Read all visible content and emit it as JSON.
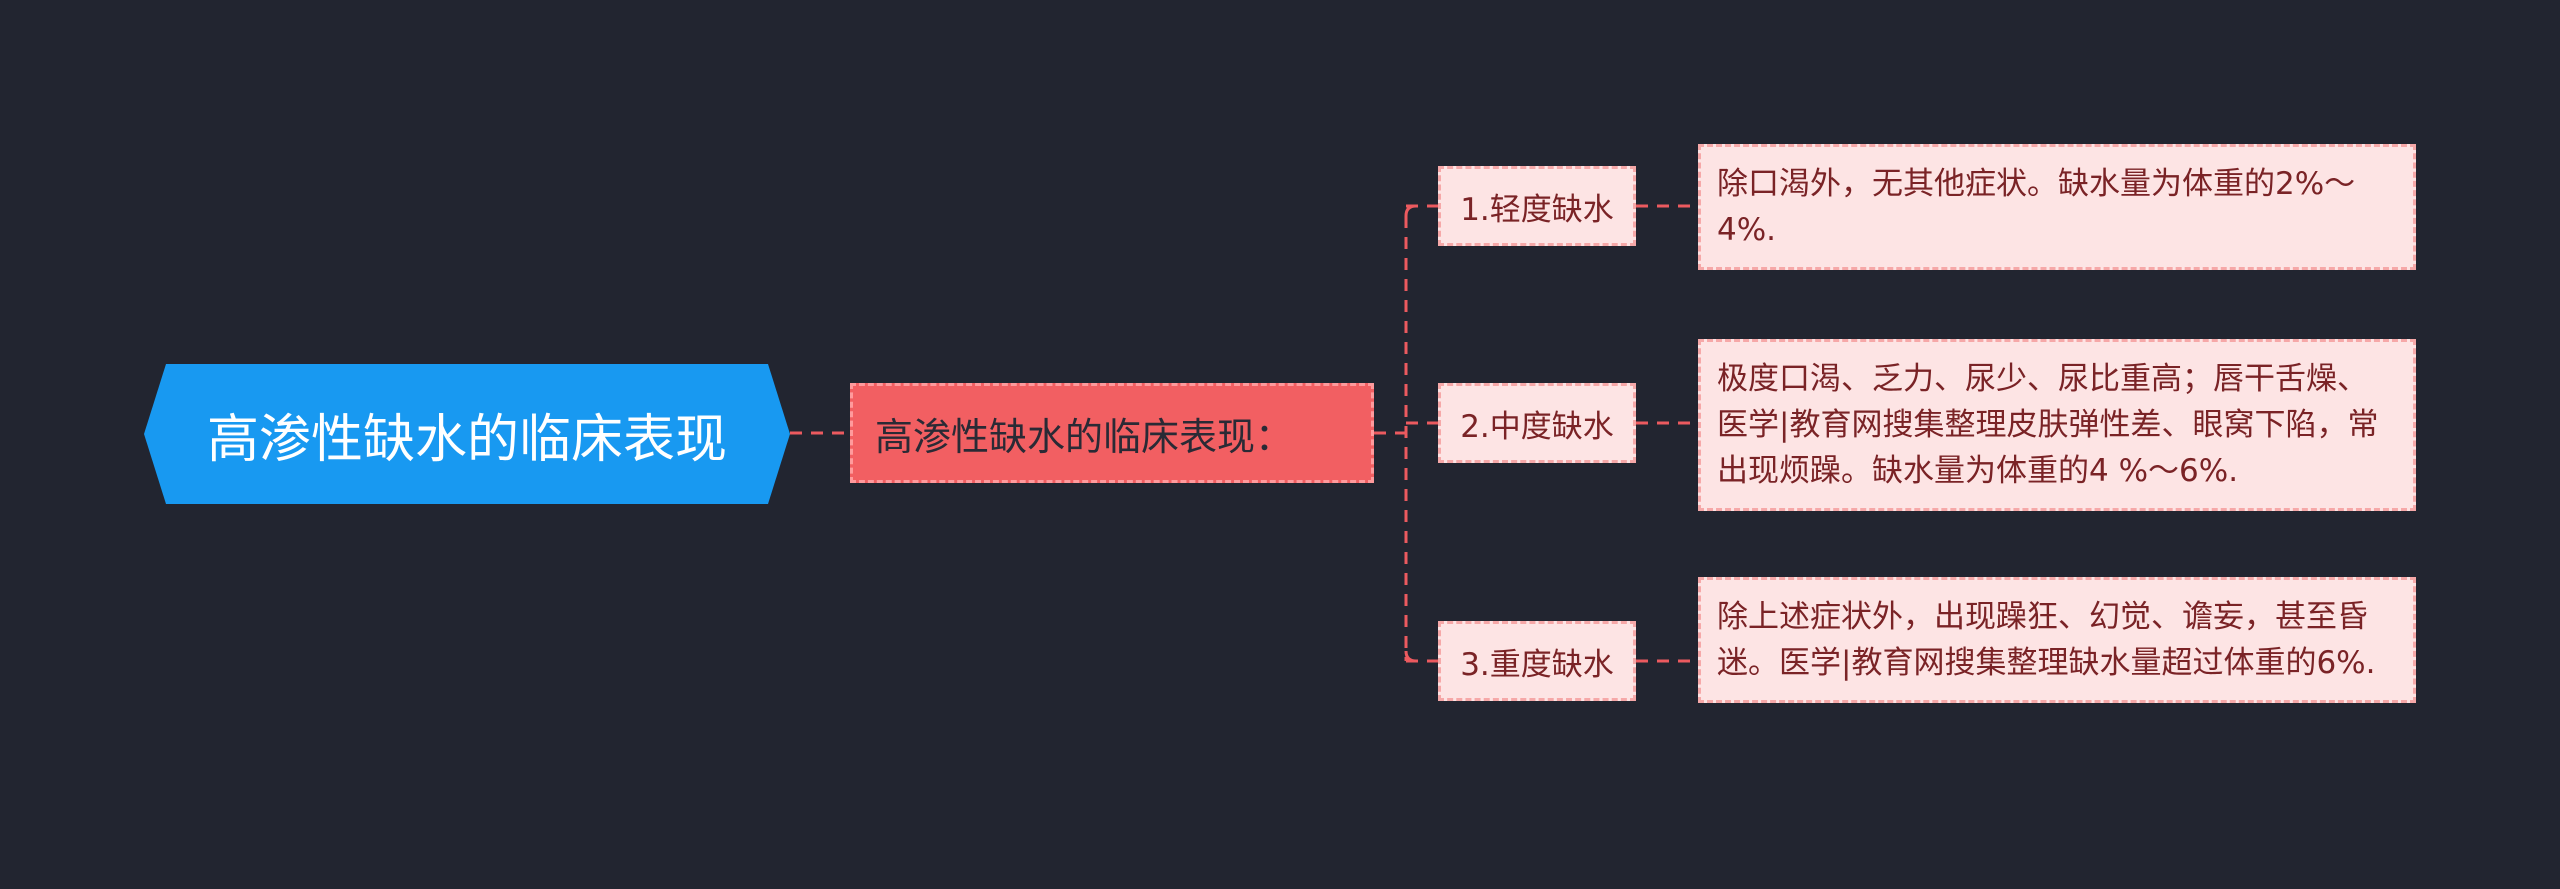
{
  "root": {
    "label": "高渗性缺水的临床表现"
  },
  "main": {
    "label": "高渗性缺水的临床表现："
  },
  "branches": [
    {
      "level": "1.轻度缺水",
      "description": "除口渴外，无其他症状。缺水量为体重的2%～4%."
    },
    {
      "level": "2.中度缺水",
      "description": "极度口渴、乏力、尿少、尿比重高；唇干舌燥、医学|教育网搜集整理皮肤弹性差、眼窝下陷，常出现烦躁。缺水量为体重的4 %～6%."
    },
    {
      "level": "3.重度缺水",
      "description": "除上述症状外，出现躁狂、幻觉、谵妄，甚至昏迷。医学|教育网搜集整理缺水量超过体重的6%."
    }
  ],
  "colors": {
    "background": "#222530",
    "root_fill": "#1899f1",
    "main_fill": "#f25f62",
    "leaf_fill": "#fde4e4",
    "connector": "#ec5a5f",
    "leaf_text": "#7a2326"
  }
}
